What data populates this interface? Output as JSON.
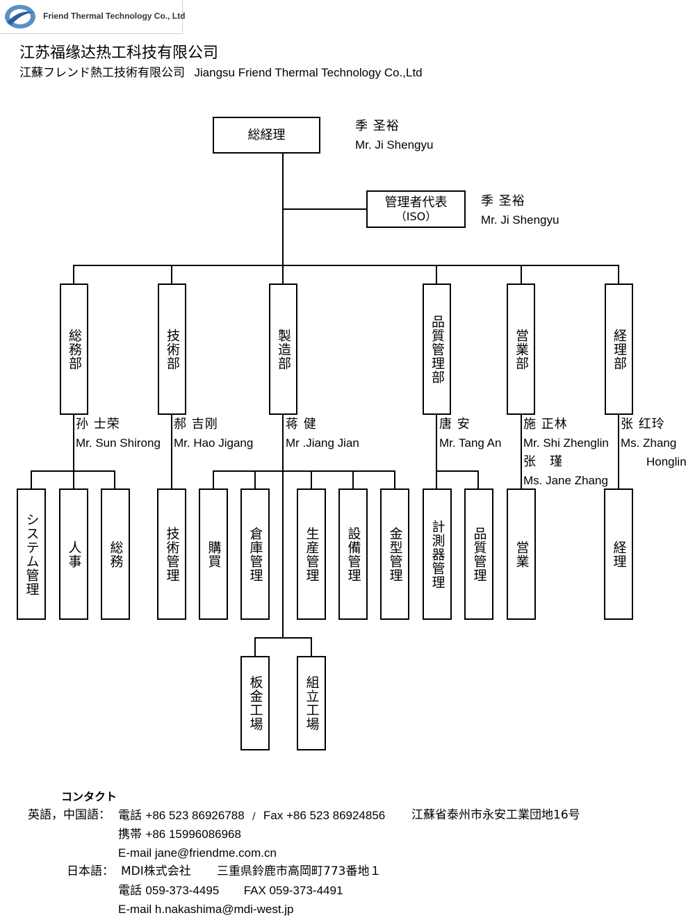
{
  "header": {
    "logo_text": "Friend Thermal Technology Co., Ltd",
    "company_cn": "江苏福缘达热工科技有限公司",
    "company_jp": "江蘇フレンド熱工技術有限公司",
    "company_en": "Jiangsu Friend Thermal Technology Co.,Ltd"
  },
  "org": {
    "top": {
      "label": "総経理",
      "person_cn": "季 圣裕",
      "person_en": "Mr. Ji Shengyu"
    },
    "rep": {
      "label1": "管理者代表",
      "label2": "（ISO）",
      "person_cn": "季 圣裕",
      "person_en": "Mr. Ji Shengyu"
    },
    "departments": [
      {
        "label": "総務部",
        "person_cn": "孙 士荣",
        "person_en": "Mr. Sun Shirong"
      },
      {
        "label": "技術部",
        "person_cn": "郝 吉刚",
        "person_en": "Mr. Hao Jigang"
      },
      {
        "label": "製造部",
        "person_cn": "蒋 健",
        "person_en": "Mr .Jiang Jian"
      },
      {
        "label": "品質管理部",
        "person_cn": "唐 安",
        "person_en": "Mr. Tang An"
      },
      {
        "label": "営業部",
        "person_cn": "施 正林",
        "person_en": "Mr. Shi Zhenglin",
        "person2_cn": "张　瑾",
        "person2_en": "Ms. Jane Zhang"
      },
      {
        "label": "経理部",
        "person_cn": "张 红玲",
        "person_en": "Ms. Zhang",
        "person_en2": "Honglin"
      }
    ],
    "sections": [
      "システム管理",
      "人事",
      "総務",
      "技術管理",
      "購買",
      "倉庫管理",
      "生産管理",
      "設備管理",
      "金型管理",
      "計測器管理",
      "品質管理",
      "営業",
      "経理"
    ],
    "sub_sections": [
      "板金工場",
      "組立工場"
    ]
  },
  "contact": {
    "title": "コンタクト",
    "lang1": "英語，中国語：",
    "tel_label": "電話",
    "tel": "+86 523 86926788",
    "sep": "/",
    "fax": "Fax +86  523 86924856",
    "address_cn": "江蘇省泰州市永安工業団地16号",
    "mobile_label": "携帯",
    "mobile": "+86 15996086968",
    "email1": "E-mail jane@friendme.com.cn",
    "lang2": "日本語：",
    "mdi": "MDI株式会社",
    "address_jp": "三重県鈴鹿市高岡町773番地１",
    "tel2_label": "電話",
    "tel2": "059-373-4495",
    "fax2": "FAX 059-373-4491",
    "email2": "E-mail h.nakashima@mdi-west.jp"
  }
}
